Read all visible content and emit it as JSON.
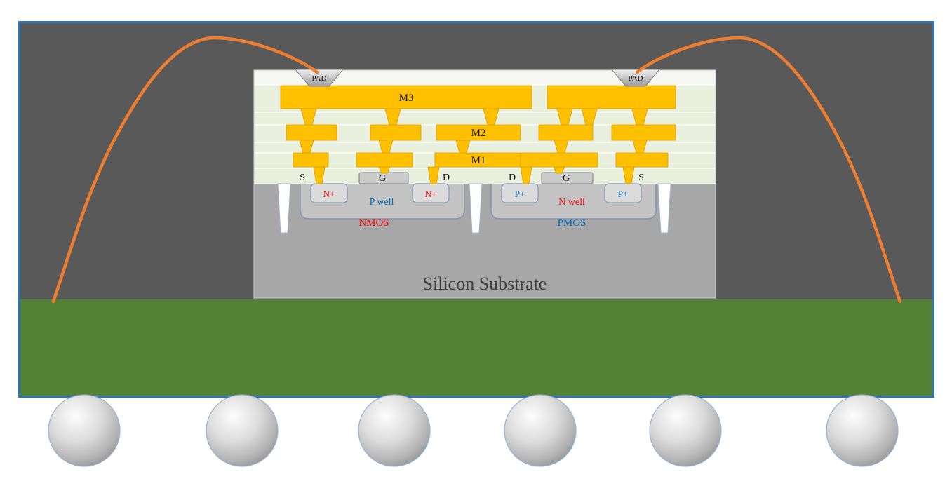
{
  "colors": {
    "mold_compound": "#595959",
    "package_outline": "#2E75B6",
    "substrate_green": "#548235",
    "metal_gold": "#FFC000",
    "bond_wire_orange": "#ED7D31",
    "die_dielectric": "#E9F1DE",
    "die_silicon": "#A7A7A7",
    "nmos_label_red": "#FF0000",
    "pmos_label_blue": "#0070C0"
  },
  "die": {
    "pad_left_label": "PAD",
    "pad_right_label": "PAD",
    "metal3_label": "M3",
    "metal2_label": "M2",
    "metal1_label": "M1",
    "silicon_substrate_label": "Silicon Substrate",
    "nmos": {
      "source_label": "S",
      "gate_label": "G",
      "drain_label": "D",
      "diffusion_left_label": "N+",
      "diffusion_right_label": "N+",
      "well_label": "P well",
      "device_label": "NMOS"
    },
    "pmos": {
      "drain_label": "D",
      "gate_label": "G",
      "source_label": "S",
      "diffusion_left_label": "P+",
      "diffusion_right_label": "P+",
      "well_label": "N well",
      "device_label": "PMOS"
    }
  },
  "package": {
    "solder_ball_count": 6
  }
}
